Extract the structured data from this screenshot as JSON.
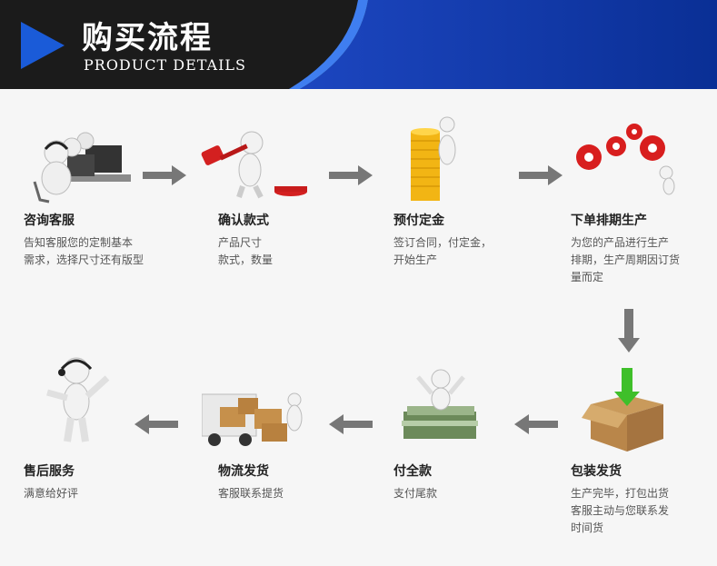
{
  "header": {
    "title": "购买流程",
    "subtitle": "PRODUCT DETAILS",
    "colors": {
      "dark": "#1b1b1b",
      "blue": "#0b3aa6",
      "accent": "#2e6de0"
    }
  },
  "steps": [
    {
      "name": "咨询客服",
      "desc": [
        "告知客服您的定制基本",
        "需求，选择尺寸还有版型"
      ],
      "icon": "headset-people-icon"
    },
    {
      "name": "确认款式",
      "desc": [
        "产品尺寸",
        "款式，数量"
      ],
      "icon": "gavel-icon"
    },
    {
      "name": "预付定金",
      "desc": [
        "签订合同，付定金，",
        "开始生产"
      ],
      "icon": "coin-stack-icon"
    },
    {
      "name": "下单排期生产",
      "desc": [
        "为您的产品进行生产",
        "排期，生产周期因订货",
        "量而定"
      ],
      "icon": "gears-icon"
    },
    {
      "name": "包装发货",
      "desc": [
        "生产完毕，打包出货",
        "客服主动与您联系发",
        "时间货"
      ],
      "icon": "package-icon"
    },
    {
      "name": "付全款",
      "desc": [
        "支付尾款"
      ],
      "icon": "money-stack-icon"
    },
    {
      "name": "物流发货",
      "desc": [
        "客服联系提货"
      ],
      "icon": "delivery-truck-icon"
    },
    {
      "name": "售后服务",
      "desc": [
        "满意给好评"
      ],
      "icon": "support-agent-icon"
    }
  ]
}
